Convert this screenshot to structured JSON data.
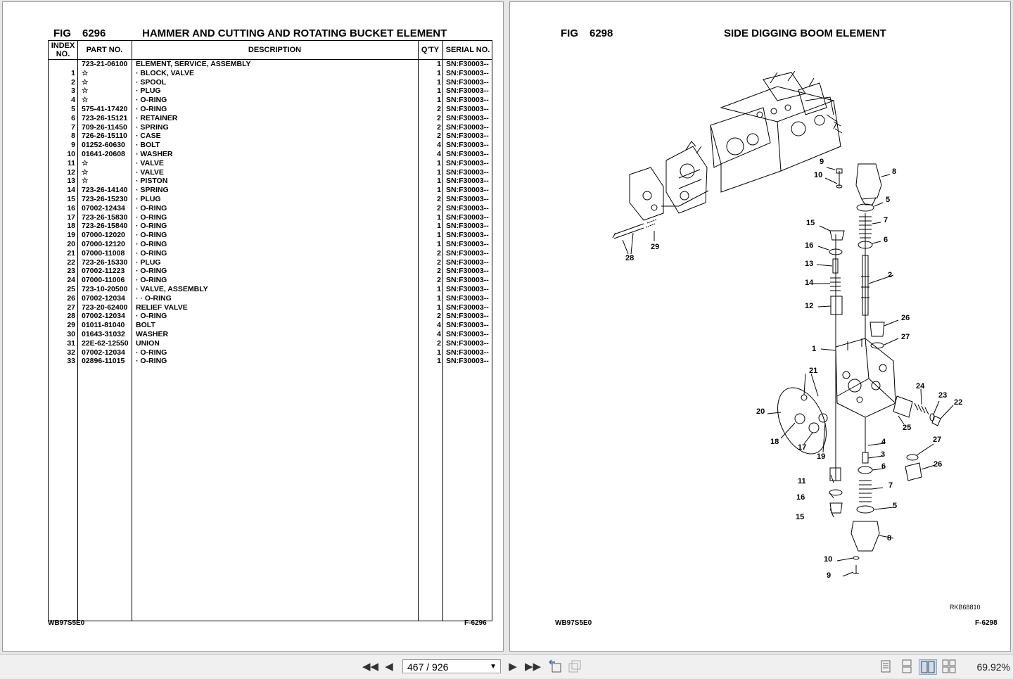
{
  "left_page": {
    "fig_label": "FIG",
    "fig_number": "6296",
    "title": "HAMMER AND CUTTING AND ROTATING BUCKET ELEMENT",
    "headers": {
      "index_line1": "INDEX",
      "index_line2": "NO.",
      "part": "PART NO.",
      "desc": "DESCRIPTION",
      "qty": "Q'TY",
      "serial": "SERIAL NO."
    },
    "rows": [
      {
        "idx": "",
        "part": "723-21-06100",
        "desc": "ELEMENT, SERVICE, ASSEMBLY",
        "qty": "1",
        "sn": "SN:F30003--"
      },
      {
        "idx": "1",
        "part": "☆",
        "desc": "·  BLOCK, VALVE",
        "qty": "1",
        "sn": "SN:F30003--"
      },
      {
        "idx": "2",
        "part": "☆",
        "desc": "·  SPOOL",
        "qty": "1",
        "sn": "SN:F30003--"
      },
      {
        "idx": "3",
        "part": "☆",
        "desc": "·  PLUG",
        "qty": "1",
        "sn": "SN:F30003--"
      },
      {
        "idx": "4",
        "part": "☆",
        "desc": "·  O-RING",
        "qty": "1",
        "sn": "SN:F30003--"
      },
      {
        "idx": "5",
        "part": "575-41-17420",
        "desc": "·  O-RING",
        "qty": "2",
        "sn": "SN:F30003--"
      },
      {
        "idx": "6",
        "part": "723-26-15121",
        "desc": "·  RETAINER",
        "qty": "2",
        "sn": "SN:F30003--"
      },
      {
        "idx": "7",
        "part": "709-26-11450",
        "desc": "·  SPRING",
        "qty": "2",
        "sn": "SN:F30003--"
      },
      {
        "idx": "8",
        "part": "726-26-15110",
        "desc": "·  CASE",
        "qty": "2",
        "sn": "SN:F30003--"
      },
      {
        "idx": "9",
        "part": "01252-60630",
        "desc": "·  BOLT",
        "qty": "4",
        "sn": "SN:F30003--"
      },
      {
        "idx": "10",
        "part": "01641-20608",
        "desc": "·  WASHER",
        "qty": "4",
        "sn": "SN:F30003--"
      },
      {
        "idx": "11",
        "part": "☆",
        "desc": "·  VALVE",
        "qty": "1",
        "sn": "SN:F30003--"
      },
      {
        "idx": "12",
        "part": "☆",
        "desc": "·  VALVE",
        "qty": "1",
        "sn": "SN:F30003--"
      },
      {
        "idx": "13",
        "part": "☆",
        "desc": "·  PISTON",
        "qty": "1",
        "sn": "SN:F30003--"
      },
      {
        "idx": "14",
        "part": "723-26-14140",
        "desc": "·  SPRING",
        "qty": "1",
        "sn": "SN:F30003--"
      },
      {
        "idx": "15",
        "part": "723-26-15230",
        "desc": "·  PLUG",
        "qty": "2",
        "sn": "SN:F30003--"
      },
      {
        "idx": "16",
        "part": "07002-12434",
        "desc": "·  O-RING",
        "qty": "2",
        "sn": "SN:F30003--"
      },
      {
        "idx": "17",
        "part": "723-26-15830",
        "desc": "·  O-RING",
        "qty": "1",
        "sn": "SN:F30003--"
      },
      {
        "idx": "18",
        "part": "723-26-15840",
        "desc": "·  O-RING",
        "qty": "1",
        "sn": "SN:F30003--"
      },
      {
        "idx": "19",
        "part": "07000-12020",
        "desc": "·  O-RING",
        "qty": "1",
        "sn": "SN:F30003--"
      },
      {
        "idx": "20",
        "part": "07000-12120",
        "desc": "·  O-RING",
        "qty": "1",
        "sn": "SN:F30003--"
      },
      {
        "idx": "21",
        "part": "07000-11008",
        "desc": "·  O-RING",
        "qty": "2",
        "sn": "SN:F30003--"
      },
      {
        "idx": "22",
        "part": "723-26-15330",
        "desc": "·  PLUG",
        "qty": "2",
        "sn": "SN:F30003--"
      },
      {
        "idx": "23",
        "part": "07002-11223",
        "desc": "·  O-RING",
        "qty": "2",
        "sn": "SN:F30003--"
      },
      {
        "idx": "24",
        "part": "07000-11006",
        "desc": "·  O-RING",
        "qty": "2",
        "sn": "SN:F30003--"
      },
      {
        "idx": "25",
        "part": "723-10-20500",
        "desc": "·  VALVE, ASSEMBLY",
        "qty": "1",
        "sn": "SN:F30003--"
      },
      {
        "idx": "26",
        "part": "07002-12034",
        "desc": "·  ·  O-RING",
        "qty": "1",
        "sn": "SN:F30003--"
      },
      {
        "idx": "27",
        "part": "723-20-62400",
        "desc": "RELIEF VALVE",
        "qty": "1",
        "sn": "SN:F30003--"
      },
      {
        "idx": "28",
        "part": "07002-12034",
        "desc": "·  O-RING",
        "qty": "2",
        "sn": "SN:F30003--"
      },
      {
        "idx": "29",
        "part": "01011-81040",
        "desc": "BOLT",
        "qty": "4",
        "sn": "SN:F30003--"
      },
      {
        "idx": "30",
        "part": "01643-31032",
        "desc": "WASHER",
        "qty": "4",
        "sn": "SN:F30003--"
      },
      {
        "idx": "31",
        "part": "22E-62-12550",
        "desc": "UNION",
        "qty": "2",
        "sn": "SN:F30003--"
      },
      {
        "idx": "32",
        "part": "07002-12034",
        "desc": "·  O-RING",
        "qty": "1",
        "sn": "SN:F30003--"
      },
      {
        "idx": "33",
        "part": "02896-11015",
        "desc": "·  O-RING",
        "qty": "1",
        "sn": "SN:F30003--"
      }
    ],
    "footer_left": "WB97S5E0",
    "footer_right": "F-6296"
  },
  "right_page": {
    "fig_label": "FIG",
    "fig_number": "6298",
    "title": "SIDE DIGGING BOOM ELEMENT",
    "drawing_code": "RKB68810",
    "footer_left": "WB97S5E0",
    "footer_right": "F-6298",
    "callouts": [
      "9",
      "10",
      "8",
      "5",
      "7",
      "6",
      "15",
      "16",
      "13",
      "2",
      "14",
      "12",
      "26",
      "27",
      "1",
      "21",
      "24",
      "23",
      "22",
      "20",
      "25",
      "18",
      "17",
      "19",
      "4",
      "3",
      "27",
      "6",
      "26",
      "11",
      "7",
      "16",
      "5",
      "15",
      "8",
      "10",
      "9",
      "28",
      "29"
    ]
  },
  "toolbar": {
    "page_indicator": "467 / 926",
    "zoom": "69.92%",
    "icons": [
      "first-page-icon",
      "prev-page-icon",
      "next-page-icon",
      "last-page-icon",
      "previous-view-icon",
      "next-view-icon",
      "single-page-icon",
      "continuous-icon",
      "facing-icon",
      "continuous-facing-icon"
    ]
  }
}
